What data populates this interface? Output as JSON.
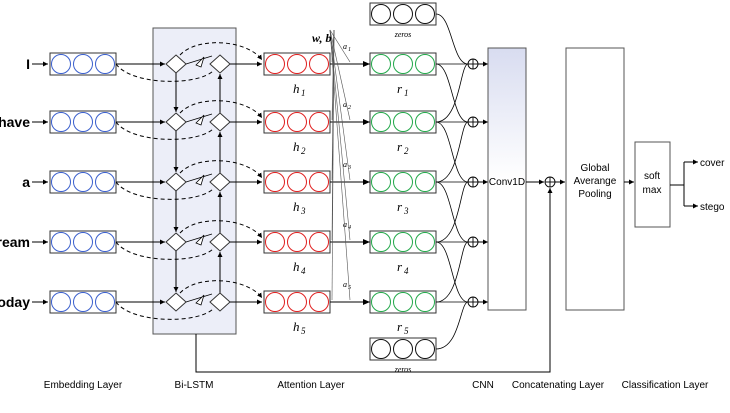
{
  "inputs": [
    "I",
    "have",
    "a",
    "dream",
    "today"
  ],
  "hidden_labels": [
    "h",
    "h",
    "h",
    "h",
    "h"
  ],
  "hidden_subs": [
    "1",
    "2",
    "3",
    "4",
    "5"
  ],
  "r_labels": [
    "r",
    "r",
    "r",
    "r",
    "r"
  ],
  "r_subs": [
    "1",
    "2",
    "3",
    "4",
    "5"
  ],
  "attention_labels": [
    "a",
    "a",
    "a",
    "a",
    "a"
  ],
  "attention_subs": [
    "1",
    "2",
    "3",
    "4",
    "5"
  ],
  "weights_label": "w, b",
  "zeros_label": "zeros",
  "conv_label": "Conv1D",
  "pooling_label": [
    "Global",
    "Averange",
    "Pooling"
  ],
  "softmax_label": [
    "soft",
    "max"
  ],
  "outputs": [
    "cover",
    "stego"
  ],
  "layer_labels": [
    "Embedding Layer",
    "Bi-LSTM",
    "Attention Layer",
    "CNN",
    "Concatenating Layer",
    "Classification Layer"
  ],
  "colors": {
    "embedding": "#3a5fcd",
    "hidden": "#e02020",
    "r": "#22a84a",
    "zeros": "#111111",
    "bilstm_fill": "#eceef8"
  }
}
